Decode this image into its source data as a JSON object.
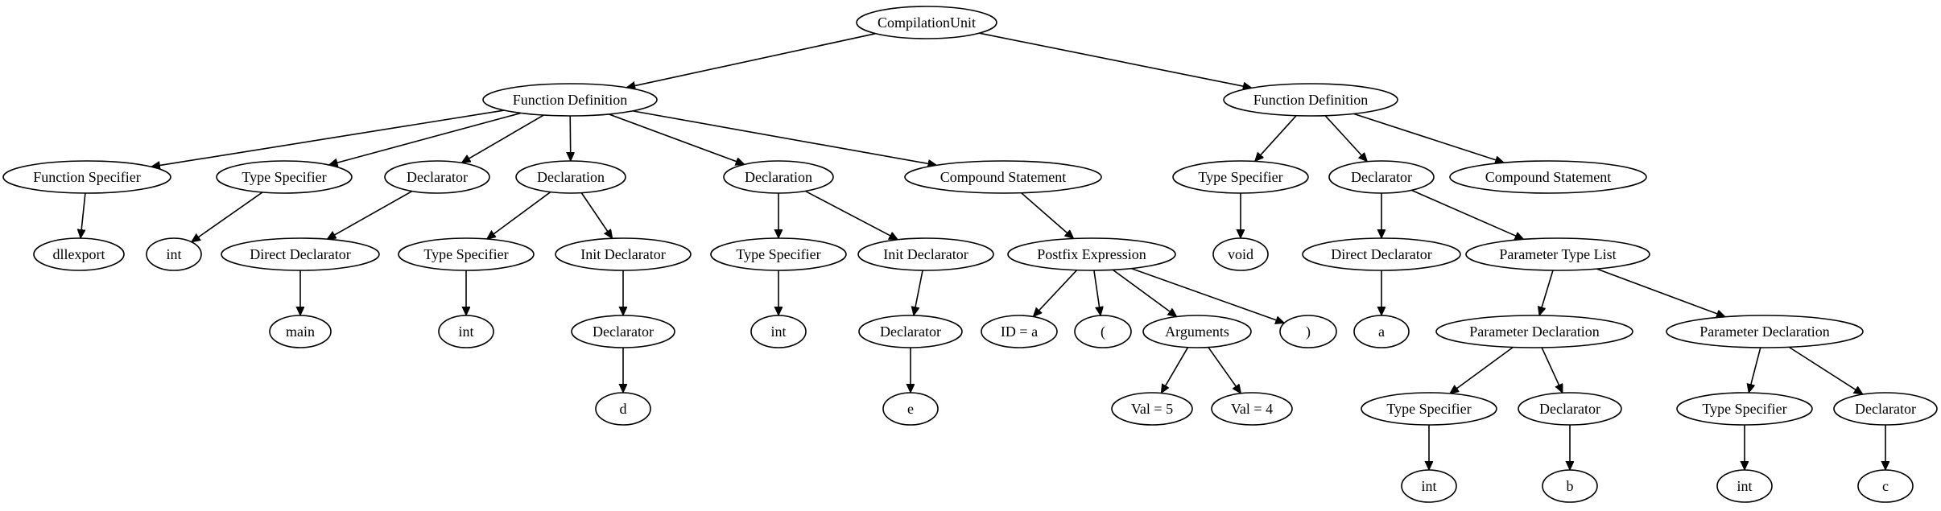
{
  "tree": {
    "nodes": [
      {
        "id": "n0",
        "label": "CompilationUnit",
        "parent": null
      },
      {
        "id": "n1",
        "label": "Function Definition",
        "parent": "n0"
      },
      {
        "id": "n2",
        "label": "Function Definition",
        "parent": "n0"
      },
      {
        "id": "n3",
        "label": "Function Specifier",
        "parent": "n1"
      },
      {
        "id": "n4",
        "label": "Type Specifier",
        "parent": "n1"
      },
      {
        "id": "n5",
        "label": "Declarator",
        "parent": "n1"
      },
      {
        "id": "n6",
        "label": "Declaration",
        "parent": "n1"
      },
      {
        "id": "n7",
        "label": "Declaration",
        "parent": "n1"
      },
      {
        "id": "n8",
        "label": "Compound Statement",
        "parent": "n1"
      },
      {
        "id": "n9",
        "label": "dllexport",
        "parent": "n3"
      },
      {
        "id": "n10",
        "label": "int",
        "parent": "n4"
      },
      {
        "id": "n11",
        "label": "Direct Declarator",
        "parent": "n5"
      },
      {
        "id": "n12",
        "label": "main",
        "parent": "n11"
      },
      {
        "id": "n13",
        "label": "Type Specifier",
        "parent": "n6"
      },
      {
        "id": "n14",
        "label": "Init Declarator",
        "parent": "n6"
      },
      {
        "id": "n15",
        "label": "int",
        "parent": "n13"
      },
      {
        "id": "n16",
        "label": "Declarator",
        "parent": "n14"
      },
      {
        "id": "n17",
        "label": "d",
        "parent": "n16"
      },
      {
        "id": "n18",
        "label": "Type Specifier",
        "parent": "n7"
      },
      {
        "id": "n19",
        "label": "Init Declarator",
        "parent": "n7"
      },
      {
        "id": "n20",
        "label": "int",
        "parent": "n18"
      },
      {
        "id": "n21",
        "label": "Declarator",
        "parent": "n19"
      },
      {
        "id": "n22",
        "label": "e",
        "parent": "n21"
      },
      {
        "id": "n23",
        "label": "Postfix Expression",
        "parent": "n8"
      },
      {
        "id": "n24",
        "label": "ID = a",
        "parent": "n23"
      },
      {
        "id": "n25",
        "label": "(",
        "parent": "n23"
      },
      {
        "id": "n26",
        "label": "Arguments",
        "parent": "n23"
      },
      {
        "id": "n27",
        "label": ")",
        "parent": "n23"
      },
      {
        "id": "n28",
        "label": "Val = 5",
        "parent": "n26"
      },
      {
        "id": "n29",
        "label": "Val = 4",
        "parent": "n26"
      },
      {
        "id": "n30",
        "label": "Type Specifier",
        "parent": "n2"
      },
      {
        "id": "n31",
        "label": "Declarator",
        "parent": "n2"
      },
      {
        "id": "n32",
        "label": "Compound Statement",
        "parent": "n2"
      },
      {
        "id": "n33",
        "label": "void",
        "parent": "n30"
      },
      {
        "id": "n34",
        "label": "Direct Declarator",
        "parent": "n31"
      },
      {
        "id": "n35",
        "label": "Parameter Type List",
        "parent": "n31"
      },
      {
        "id": "n36",
        "label": "a",
        "parent": "n34"
      },
      {
        "id": "n37",
        "label": "Parameter Declaration",
        "parent": "n35"
      },
      {
        "id": "n38",
        "label": "Parameter Declaration",
        "parent": "n35"
      },
      {
        "id": "n39",
        "label": "Type Specifier",
        "parent": "n37"
      },
      {
        "id": "n40",
        "label": "Declarator",
        "parent": "n37"
      },
      {
        "id": "n41",
        "label": "int",
        "parent": "n39"
      },
      {
        "id": "n42",
        "label": "b",
        "parent": "n40"
      },
      {
        "id": "n43",
        "label": "Type Specifier",
        "parent": "n38"
      },
      {
        "id": "n44",
        "label": "Declarator",
        "parent": "n38"
      },
      {
        "id": "n45",
        "label": "int",
        "parent": "n43"
      },
      {
        "id": "n46",
        "label": "c",
        "parent": "n44"
      }
    ]
  }
}
